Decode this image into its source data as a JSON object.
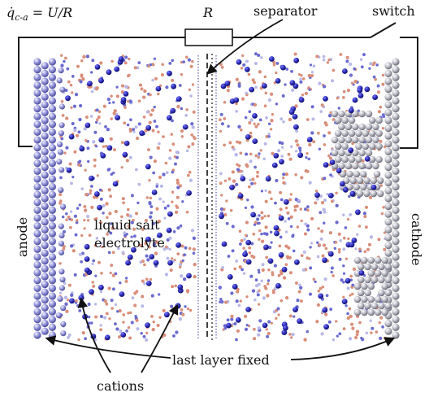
{
  "labels": {
    "equation": "q̇c-a = U/R",
    "resistor": "R",
    "separator": "separator",
    "switch": "switch",
    "electrolyte_line1": "liquid salt",
    "electrolyte_line2": "electrolyte",
    "anode": "anode",
    "cathode": "cathode",
    "last_layer": "last layer fixed",
    "cations": "cations"
  },
  "colors": {
    "wire": "#1a1a1a",
    "cation": "#2a2ab0",
    "anion_small": "#d98f7a",
    "small_blue": "#6b6bd0",
    "electrode_atom": "#9a9ac8",
    "electrode_highlight": "#ffffff"
  }
}
